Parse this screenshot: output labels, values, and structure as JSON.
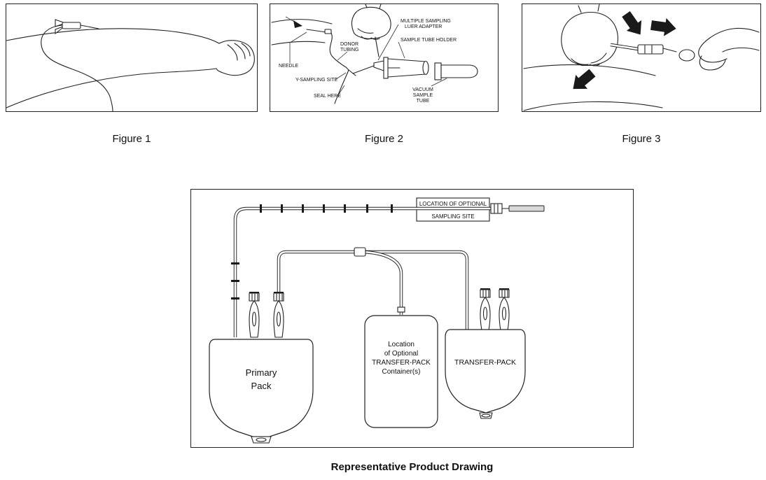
{
  "figures": [
    {
      "caption": "Figure 1"
    },
    {
      "caption": "Figure 2",
      "labels": {
        "needle": "NEEDLE",
        "donor_tubing_1": "DONOR",
        "donor_tubing_2": "TUBING",
        "luer_adapter_1": "MULTIPLE SAMPLING",
        "luer_adapter_2": "LUER ADAPTER",
        "sample_tube_holder": "SAMPLE TUBE HOLDER",
        "y_sampling_site": "Y-SAMPLING SITE",
        "seal_here": "SEAL HERE",
        "vacuum_1": "VACUUM",
        "vacuum_2": "SAMPLE",
        "vacuum_3": "TUBE"
      }
    },
    {
      "caption": "Figure 3"
    }
  ],
  "product_drawing": {
    "caption": "Representative Product Drawing",
    "labels": {
      "optional_sampling_site_1": "LOCATION OF OPTIONAL",
      "optional_sampling_site_2": "SAMPLING SITE",
      "primary_pack_1": "Primary",
      "primary_pack_2": "Pack",
      "optional_container_1": "Location",
      "optional_container_2": "of Optional",
      "optional_container_3": "TRANSFER-PACK",
      "optional_container_4": "Container(s)",
      "transfer_pack": "TRANSFER-PACK"
    }
  }
}
